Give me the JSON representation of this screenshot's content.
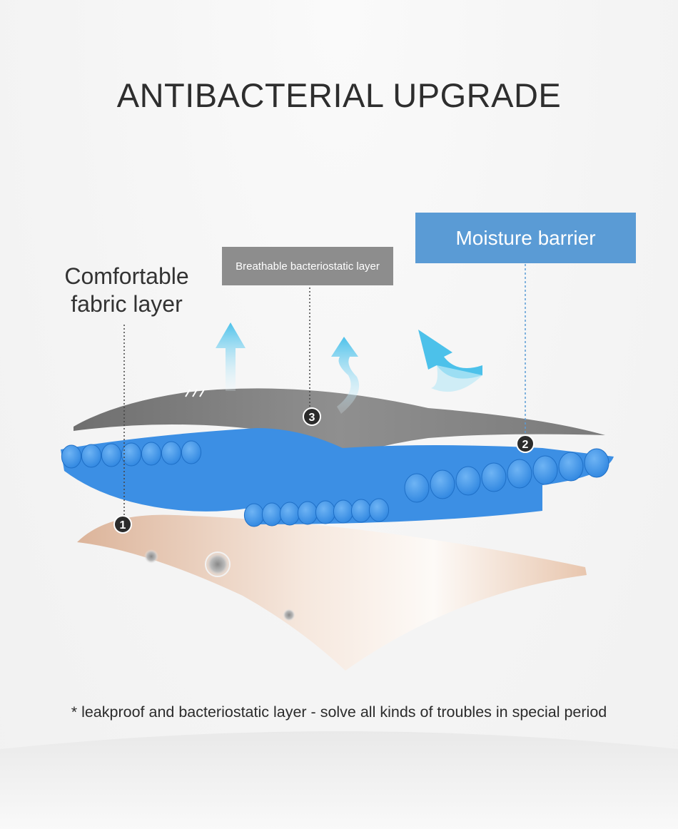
{
  "title": "ANTIBACTERIAL UPGRADE",
  "labels": {
    "fabric": "Comfortable fabric layer",
    "breathable": "Breathable bacteriostatic layer",
    "moisture": "Moisture barrier"
  },
  "markers": {
    "one": "1",
    "two": "2",
    "three": "3"
  },
  "footnote": "* leakproof and bacteriostatic layer - solve all kinds of troubles in special period",
  "colors": {
    "moisture_box": "#5a9bd5",
    "breathable_box": "#8d8d8d",
    "blue_layer": "#3c8fe4",
    "gray_layer": "#8a8a8a",
    "skin_layer": "#e6c2a9",
    "arrows": "#5fc8ea"
  }
}
